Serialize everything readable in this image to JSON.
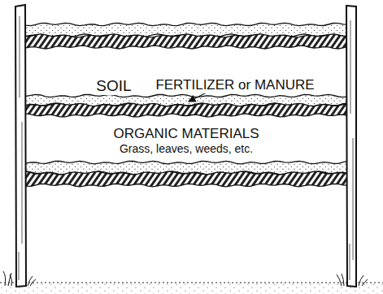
{
  "diagram": {
    "labels": [
      "SOIL",
      "FERTILIZER or MANURE",
      "ORGANIC MATERIALS",
      "Grass, leaves, weeds, etc."
    ]
  }
}
